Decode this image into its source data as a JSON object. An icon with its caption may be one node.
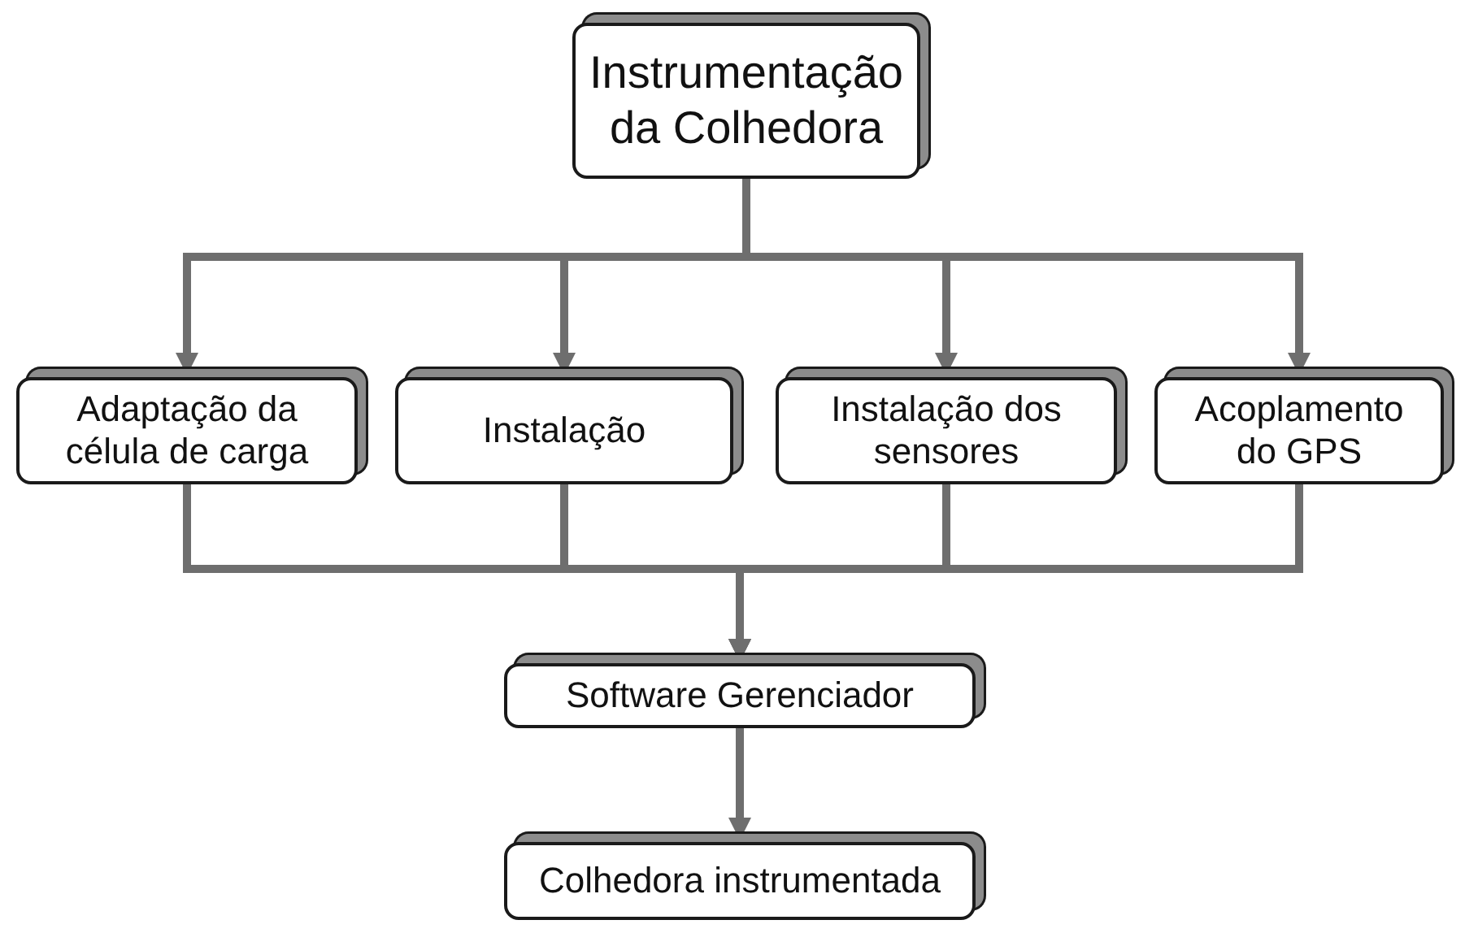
{
  "diagram": {
    "nodes": [
      {
        "text": [
          "Instrumentação da Colhedora"
        ]
      },
      {
        "text": [
          "Adaptação da célula de carga"
        ]
      },
      {
        "text": [
          "Instalação"
        ]
      },
      {
        "text": [
          "Instalação dos sensores"
        ]
      },
      {
        "text": [
          "Acoplamento do GPS"
        ]
      },
      {
        "text": [
          "Software Gerenciador"
        ]
      },
      {
        "text": [
          "Colhedora instrumentada"
        ]
      }
    ],
    "edges": [
      {
        "from": 0,
        "to": 1,
        "arrow": "to"
      },
      {
        "from": 0,
        "to": 2,
        "arrow": "to"
      },
      {
        "from": 0,
        "to": 3,
        "arrow": "to"
      },
      {
        "from": 0,
        "to": 4,
        "arrow": "to"
      },
      {
        "from": 1,
        "to": 5,
        "arrow": "to"
      },
      {
        "from": 2,
        "to": 5,
        "arrow": "to"
      },
      {
        "from": 3,
        "to": 5,
        "arrow": "to"
      },
      {
        "from": 4,
        "to": 5,
        "arrow": "to"
      },
      {
        "from": 5,
        "to": 6,
        "arrow": "to"
      }
    ]
  }
}
